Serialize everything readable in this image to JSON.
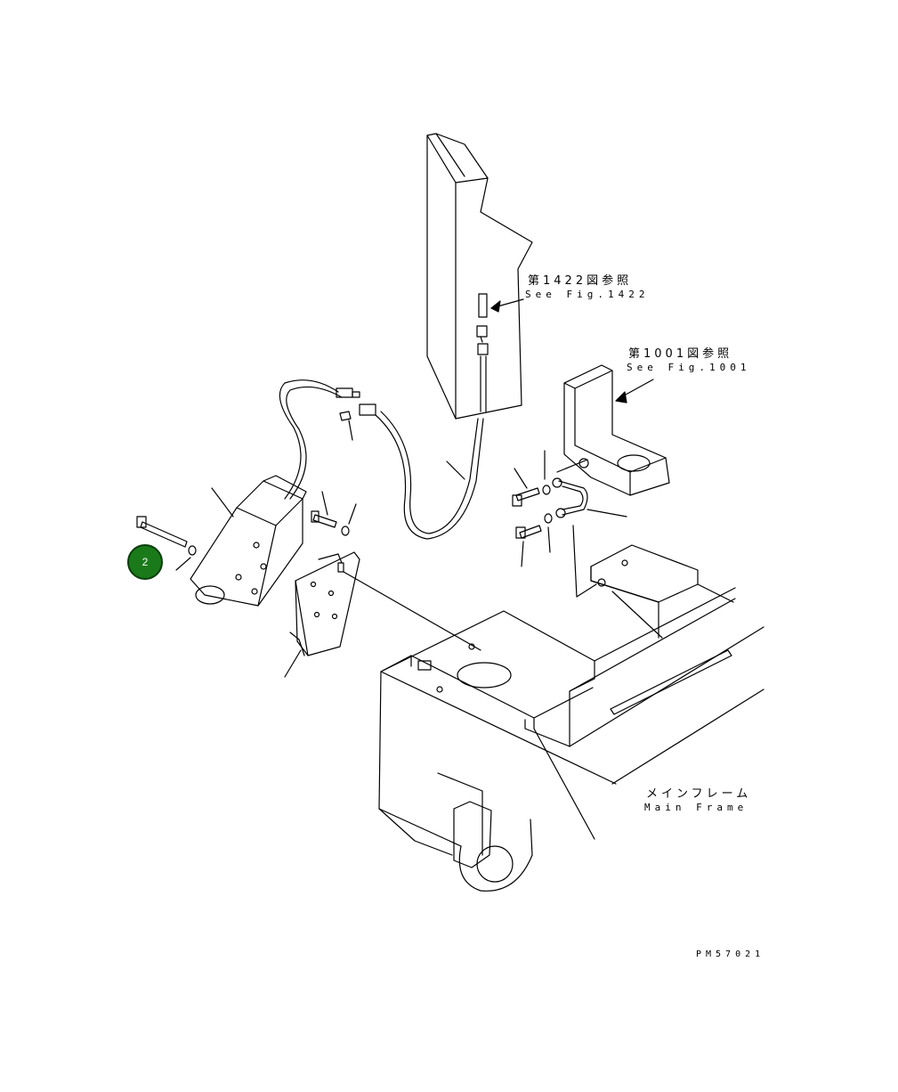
{
  "labels": {
    "ref1422_jp": "第1422図参照",
    "ref1422_en": "See Fig.1422",
    "ref1001_jp": "第1001図参照",
    "ref1001_en": "See Fig.1001",
    "main_frame_jp": "メインフレーム",
    "main_frame_en": "Main Frame",
    "drawing_code": "PM57021"
  },
  "callout": {
    "number": "2",
    "color": "#1a7a1a"
  }
}
